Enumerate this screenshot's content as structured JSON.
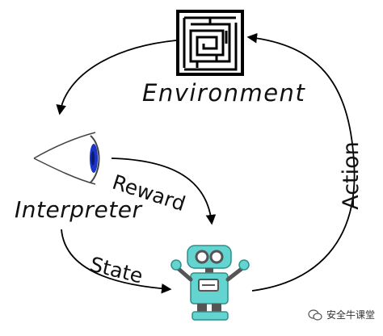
{
  "diagram": {
    "environment_label": "Environment",
    "interpreter_label": "Interpreter",
    "reward_label": "Reward",
    "state_label": "State",
    "action_label": "Action"
  },
  "watermark": {
    "text": "安全牛课堂"
  },
  "icons": [
    "maze-icon",
    "eye-icon",
    "robot-icon",
    "wechat-icon"
  ],
  "colors": {
    "robot": "#63d4cf",
    "robot_dark": "#3aa8a3",
    "eye_iris": "#1a33c8",
    "line": "#000000"
  }
}
